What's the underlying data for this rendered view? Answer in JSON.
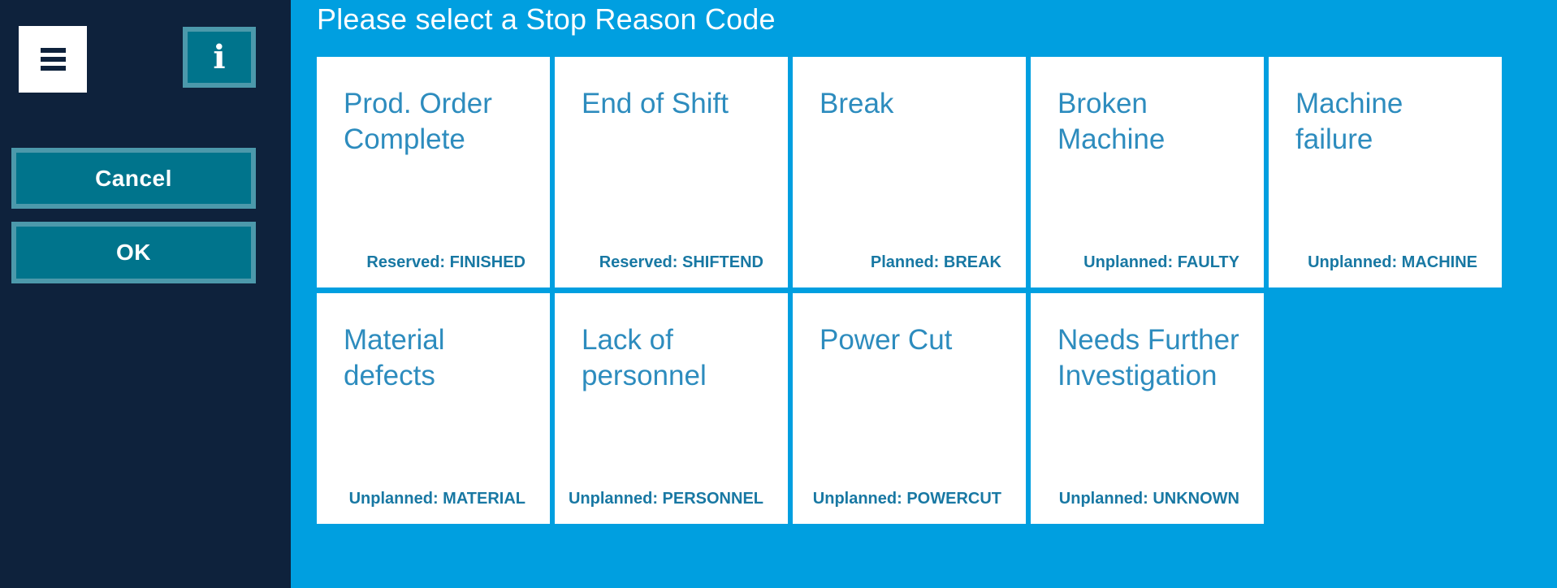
{
  "header": {
    "title": "Please select a Stop Reason Code"
  },
  "sidebar": {
    "menu_icon": "hamburger-icon",
    "info_label": "i",
    "cancel_label": "Cancel",
    "ok_label": "OK"
  },
  "cards": [
    {
      "title": "Prod. Order Complete",
      "code": "Reserved: FINISHED"
    },
    {
      "title": "End of Shift",
      "code": "Reserved: SHIFTEND"
    },
    {
      "title": "Break",
      "code": "Planned: BREAK"
    },
    {
      "title": "Broken Machine",
      "code": "Unplanned: FAULTY"
    },
    {
      "title": "Machine failure",
      "code": "Unplanned: MACHINE"
    },
    {
      "title": "Material defects",
      "code": "Unplanned: MATERIAL"
    },
    {
      "title": "Lack of personnel",
      "code": "Unplanned: PERSONNEL"
    },
    {
      "title": "Power Cut",
      "code": "Unplanned: POWERCUT"
    },
    {
      "title": "Needs Further Investigation",
      "code": "Unplanned: UNKNOWN"
    }
  ],
  "colors": {
    "sidebar_navy": "#0e223c",
    "main_blue": "#009fe0",
    "button_teal": "#00748c",
    "button_border": "#4c99ab",
    "card_title_blue": "#2d8cbe",
    "card_code_blue": "#1878a3",
    "card_white": "#ffffff"
  }
}
